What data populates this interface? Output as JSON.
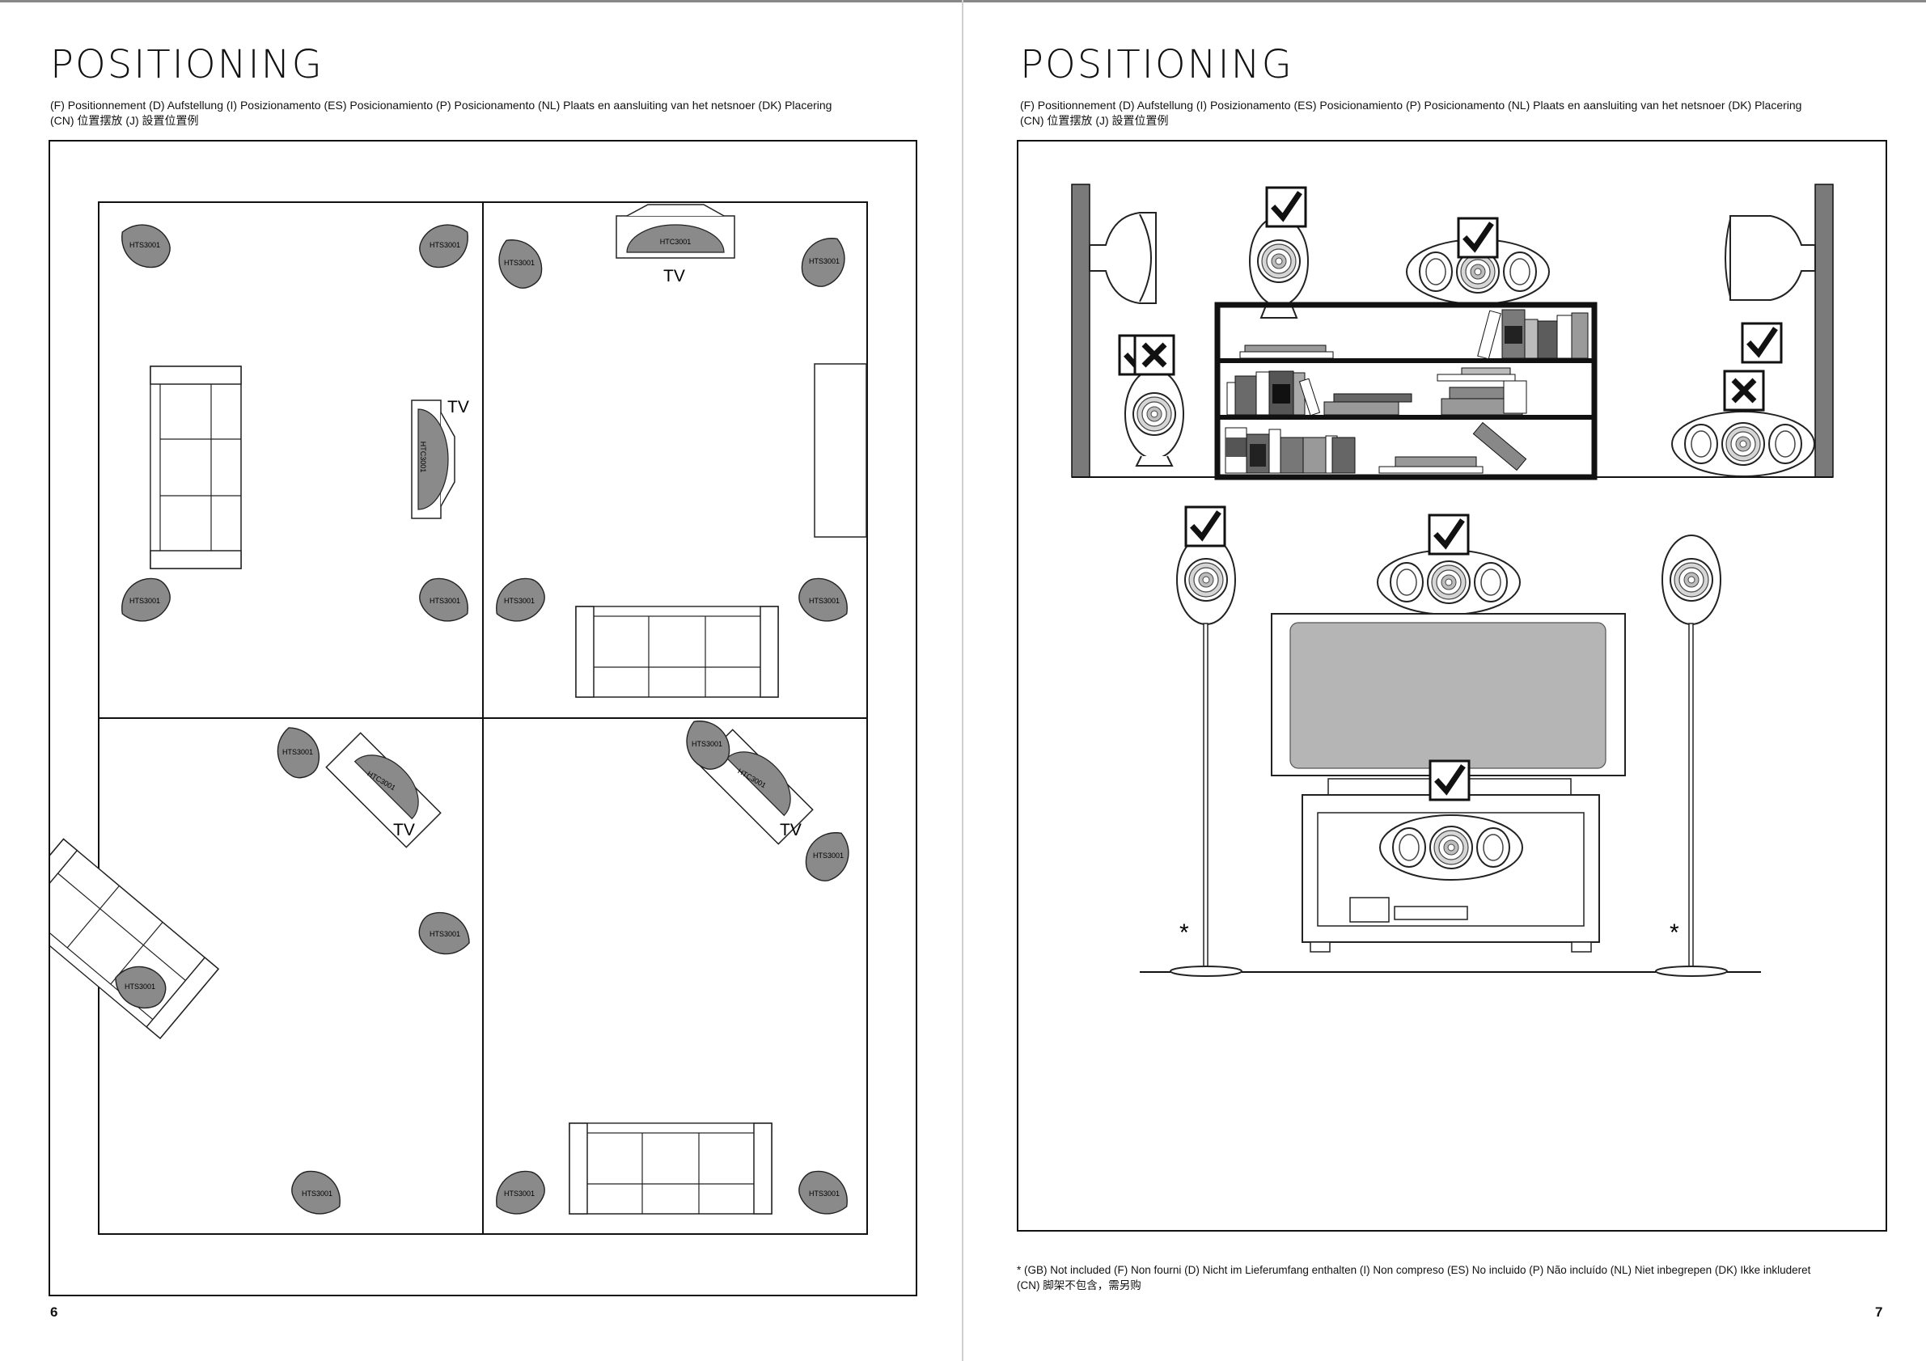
{
  "left_page": {
    "title": "POSITIONING",
    "languages_line1": "(F) Positionnement   (D) Aufstellung   (I) Posizionamento   (ES) Posicionamiento   (P) Posicionamento   (NL) Plaats en aansluiting van het netsnoer   (DK) Placering",
    "languages_line2": "(CN) 位置摆放   (J) 設置位置例",
    "page_number": "6",
    "labels": {
      "surround_speaker": "HTS3001",
      "center_speaker": "HTC3001",
      "tv": "TV"
    }
  },
  "right_page": {
    "title": "POSITIONING",
    "languages_line1": "(F) Positionnement   (D) Aufstellung   (I) Posizionamento   (ES) Posicionamiento   (P) Posicionamento   (NL) Plaats en aansluiting van het netsnoer   (DK) Placering",
    "languages_line2": "(CN) 位置摆放   (J) 設置位置例",
    "page_number": "7",
    "stand_marker": "*",
    "footnote_line1": "* (GB) Not included   (F) Non fourni   (D) Nicht im Lieferumfang enthalten   (I) Non compreso   (ES) No incluido   (P) Não incluído   (NL) Niet inbegrepen   (DK) Ikke inkluderet",
    "footnote_line2": "(CN) 脚架不包含，需另购"
  },
  "colors": {
    "speaker_fill": "#8a8a8a",
    "screen_fill": "#b5b5b5",
    "ink": "#111111"
  }
}
